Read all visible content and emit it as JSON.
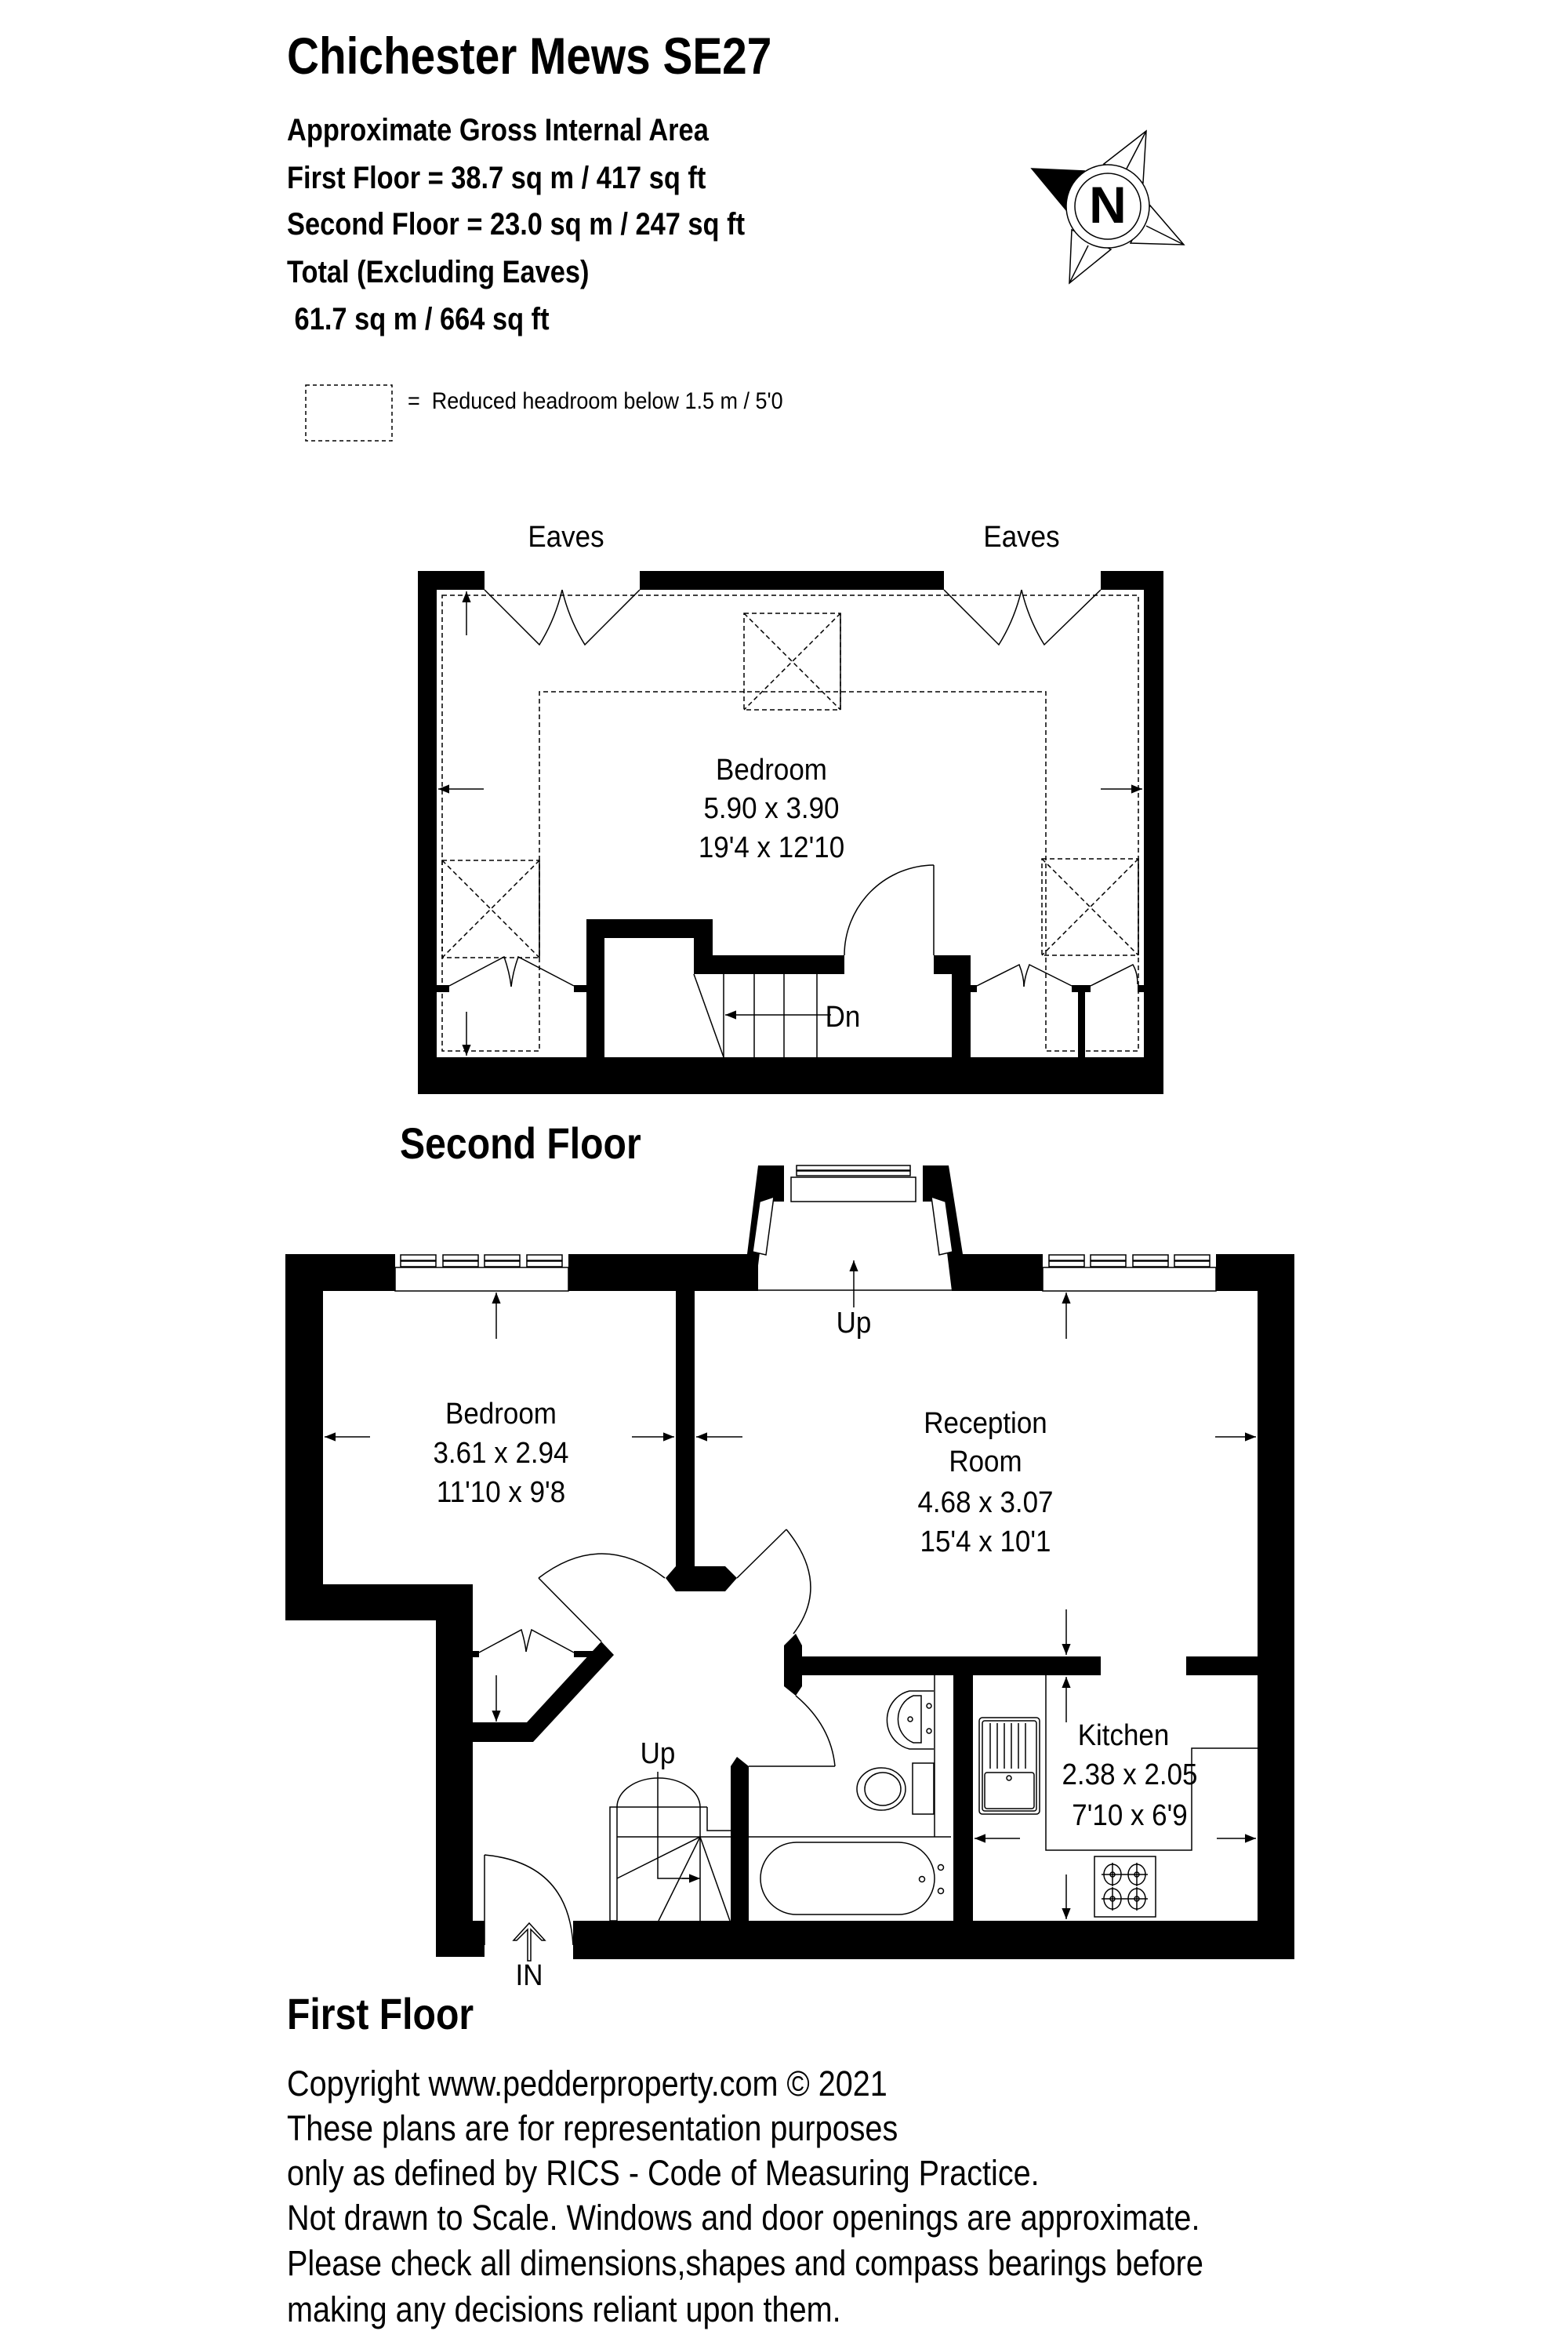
{
  "header": {
    "title": "Chichester Mews SE27",
    "lines": [
      "Approximate Gross Internal Area",
      "First Floor = 38.7 sq m / 417 sq ft",
      "Second Floor = 23.0 sq m / 247 sq ft",
      "Total (Excluding Eaves)",
      " 61.7 sq m / 664 sq ft"
    ]
  },
  "compass": {
    "label": "N",
    "icon": "compass-rose-icon"
  },
  "legend": {
    "symbol": "dashed-box",
    "text": "=  Reduced headroom below 1.5 m / 5'0"
  },
  "second_floor": {
    "label": "Second Floor",
    "eaves_left": "Eaves",
    "eaves_right": "Eaves",
    "rooms": [
      {
        "name": "Bedroom",
        "metric": "5.90 x 3.90",
        "imperial": "19'4 x 12'10"
      }
    ],
    "stair_label": "Dn"
  },
  "first_floor": {
    "label": "First Floor",
    "rooms": [
      {
        "name": "Bedroom",
        "metric": "3.61 x 2.94",
        "imperial": "11'10 x 9'8"
      },
      {
        "name": "Reception",
        "name2": "Room",
        "metric": "4.68 x 3.07",
        "imperial": "15'4 x 10'1"
      },
      {
        "name": "Kitchen",
        "metric": "2.38 x 2.05",
        "imperial": "7'10 x 6'9"
      }
    ],
    "bay_label": "Up",
    "stair_label": "Up",
    "entrance_label": "IN"
  },
  "footer": {
    "lines": [
      "Copyright www.pedderproperty.com © 2021",
      "These plans are for representation purposes",
      "only as defined by RICS - Code of Measuring Practice.",
      "Not drawn to Scale. Windows and door openings are approximate.",
      "Please check all dimensions,shapes and compass bearings before",
      "making any decisions reliant upon them."
    ]
  },
  "colors": {
    "wall": "#000000",
    "background": "#ffffff",
    "line": "#000000"
  }
}
